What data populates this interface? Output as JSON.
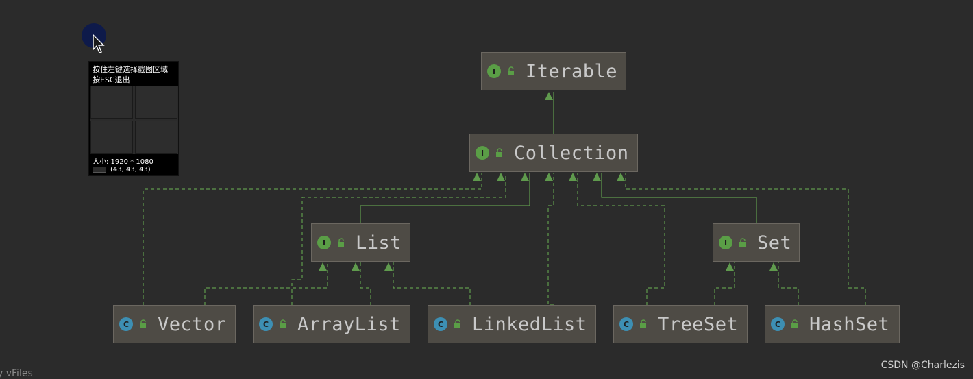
{
  "diagram": {
    "nodes": [
      {
        "id": "iterable",
        "kind": "I",
        "name": "Iterable"
      },
      {
        "id": "collection",
        "kind": "I",
        "name": "Collection"
      },
      {
        "id": "list",
        "kind": "I",
        "name": "List"
      },
      {
        "id": "set",
        "kind": "I",
        "name": "Set"
      },
      {
        "id": "vector",
        "kind": "C",
        "name": "Vector"
      },
      {
        "id": "arraylist",
        "kind": "C",
        "name": "ArrayList"
      },
      {
        "id": "linkedlist",
        "kind": "C",
        "name": "LinkedList"
      },
      {
        "id": "treeset",
        "kind": "C",
        "name": "TreeSet"
      },
      {
        "id": "hashset",
        "kind": "C",
        "name": "HashSet"
      }
    ],
    "edges": [
      {
        "from": "collection",
        "to": "iterable",
        "style": "solid"
      },
      {
        "from": "list",
        "to": "collection",
        "style": "solid"
      },
      {
        "from": "set",
        "to": "collection",
        "style": "solid"
      },
      {
        "from": "vector",
        "to": "collection",
        "style": "dashed"
      },
      {
        "from": "arraylist",
        "to": "collection",
        "style": "dashed"
      },
      {
        "from": "linkedlist",
        "to": "collection",
        "style": "dashed"
      },
      {
        "from": "treeset",
        "to": "collection",
        "style": "dashed"
      },
      {
        "from": "hashset",
        "to": "collection",
        "style": "dashed"
      },
      {
        "from": "vector",
        "to": "list",
        "style": "dashed"
      },
      {
        "from": "arraylist",
        "to": "list",
        "style": "dashed"
      },
      {
        "from": "linkedlist",
        "to": "list",
        "style": "dashed"
      },
      {
        "from": "treeset",
        "to": "set",
        "style": "dashed"
      },
      {
        "from": "hashset",
        "to": "set",
        "style": "dashed"
      }
    ],
    "edge_color": "#5f9a4d",
    "interface_badge_color": "#5a9e46",
    "class_badge_color": "#3d8fb3"
  },
  "snip_overlay": {
    "line1": "按住左键选择截图区域",
    "line2": "按ESC退出",
    "size_text": "大小: 1920 * 1080",
    "rgb_text": "(43, 43, 43)"
  },
  "watermark": "CSDN @Charlezis",
  "cut_off_text": "y vFiles"
}
